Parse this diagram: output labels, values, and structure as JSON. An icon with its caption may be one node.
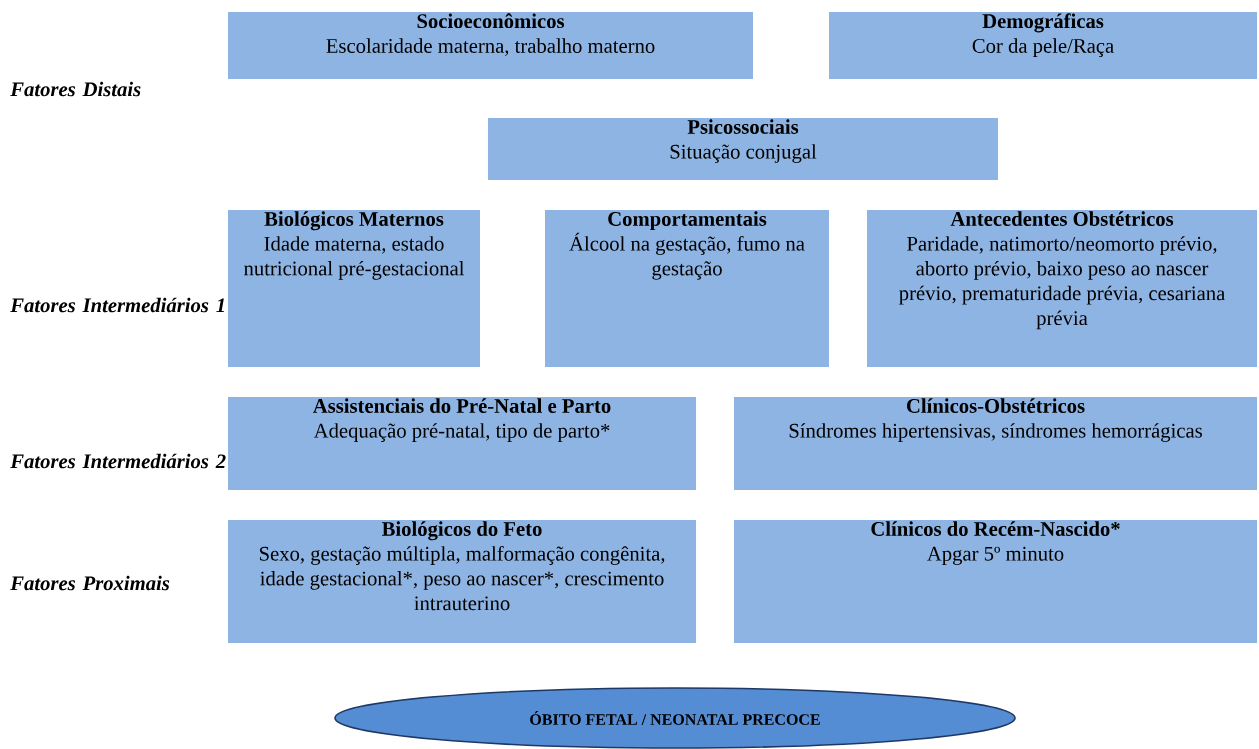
{
  "diagram": {
    "nodes": [
      {
        "text": [
          "Socioeconômicos",
          "Escolaridade materna, trabalho materno"
        ]
      },
      {
        "text": [
          "Demográficas",
          "Cor da pele/Raça"
        ]
      },
      {
        "text": [
          "Psicossociais",
          "Situação conjugal"
        ]
      },
      {
        "text": [
          "Biológicos Maternos",
          "Idade materna, estado nutricional pré-gestacional"
        ]
      },
      {
        "text": [
          "Comportamentais",
          "Álcool na gestação, fumo na gestação"
        ]
      },
      {
        "text": [
          "Antecedentes Obstétricos",
          "Paridade, natimorto/neomorto prévio, aborto prévio, baixo peso ao nascer prévio, prematuridade prévia, cesariana prévia"
        ]
      },
      {
        "text": [
          "Assistenciais do Pré-Natal e Parto",
          "Adequação pré-natal,  tipo de parto*"
        ]
      },
      {
        "text": [
          "Clínicos-Obstétricos",
          "Síndromes hipertensivas, síndromes hemorrágicas"
        ]
      },
      {
        "text": [
          "Biológicos do Feto",
          "Sexo, gestação múltipla, malformação congênita, idade gestacional*, peso ao nascer*, crescimento intrauterino"
        ]
      },
      {
        "text": [
          "Clínicos do Recém-Nascido*",
          "Apgar 5º minuto"
        ]
      },
      {
        "text": [
          "ÓBITO FETAL / NEONATAL PRECOCE"
        ]
      }
    ],
    "labels": [
      "Fatores Distais",
      "Fatores Intermediários 1",
      "Fatores Intermediários 2",
      "Fatores Proximais"
    ]
  }
}
